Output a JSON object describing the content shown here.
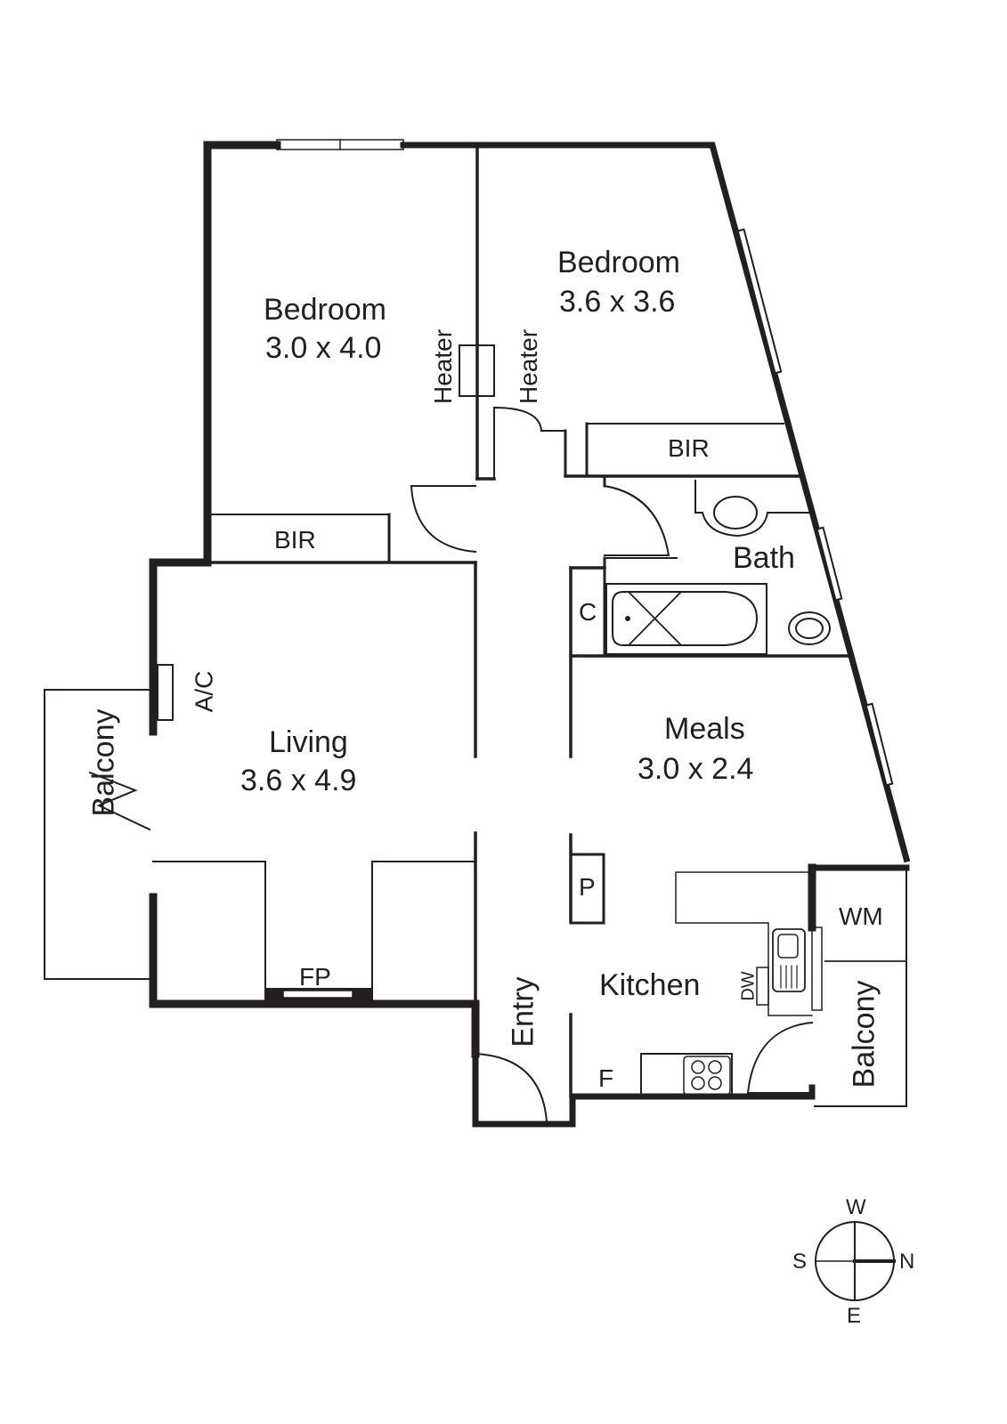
{
  "plan": {
    "rooms": [
      {
        "id": "bedroom1",
        "name": "Bedroom",
        "dims": "3.0 x 4.0"
      },
      {
        "id": "bedroom2",
        "name": "Bedroom",
        "dims": "3.6 x 3.6"
      },
      {
        "id": "living",
        "name": "Living",
        "dims": "3.6 x 4.9"
      },
      {
        "id": "meals",
        "name": "Meals",
        "dims": "3.0 x 2.4"
      },
      {
        "id": "bath",
        "name": "Bath"
      },
      {
        "id": "kitchen",
        "name": "Kitchen"
      },
      {
        "id": "entry",
        "name": "Entry"
      },
      {
        "id": "balcony_west",
        "name": "Balcony"
      },
      {
        "id": "balcony_east",
        "name": "Balcony"
      }
    ],
    "fixtures": {
      "bir1": "BIR",
      "bir2": "BIR",
      "heater_left": "Heater",
      "heater_right": "Heater",
      "ac": "A/C",
      "fireplace": "FP",
      "cupboard": "C",
      "pantry": "P",
      "fridge": "F",
      "dishwasher": "DW",
      "washing_machine": "WM"
    },
    "compass": {
      "top": "W",
      "left": "S",
      "right": "N",
      "bottom": "E"
    },
    "colors": {
      "wall": "#231f20",
      "background": "#ffffff"
    }
  }
}
